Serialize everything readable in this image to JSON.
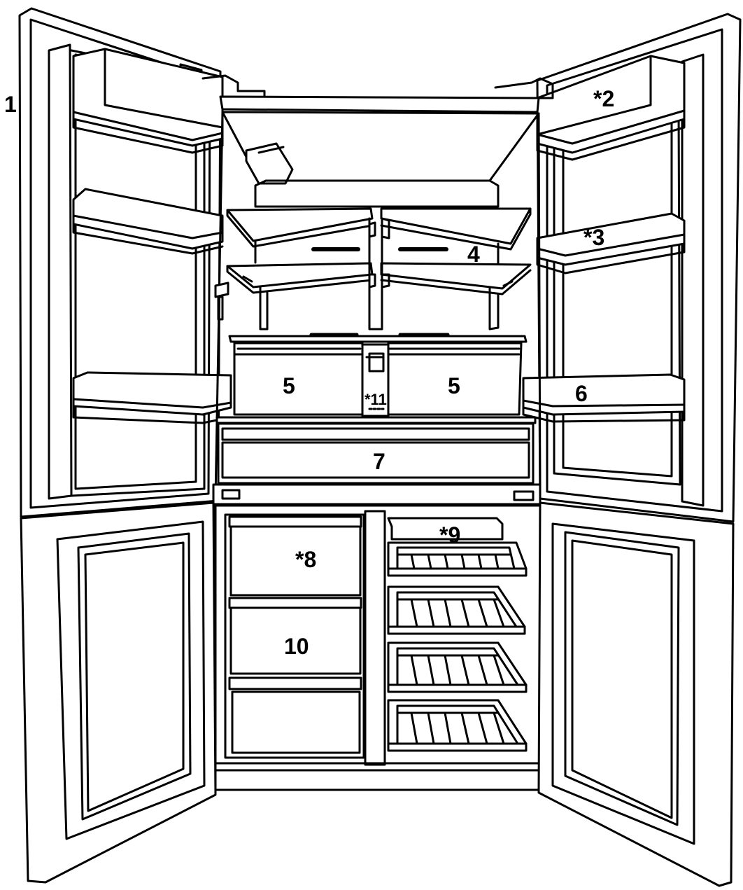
{
  "diagram": {
    "stroke_color": "#000000",
    "fill_color": "#ffffff",
    "callouts": [
      {
        "id": "left-door",
        "text": "1"
      },
      {
        "id": "top-door-bin",
        "text": "*2"
      },
      {
        "id": "adjustable-door-bin",
        "text": "*3"
      },
      {
        "id": "shelf",
        "text": "4"
      },
      {
        "id": "drawer-left",
        "text": "5"
      },
      {
        "id": "drawer-right",
        "text": "5"
      },
      {
        "id": "lower-door-bin",
        "text": "6"
      },
      {
        "id": "full-width-drawer",
        "text": "7"
      },
      {
        "id": "freezer-drawer-top",
        "text": "*8"
      },
      {
        "id": "wine-rack",
        "text": "*9"
      },
      {
        "id": "freezer-drawer-middle",
        "text": "10"
      },
      {
        "id": "center-module",
        "text": "*11"
      }
    ]
  }
}
